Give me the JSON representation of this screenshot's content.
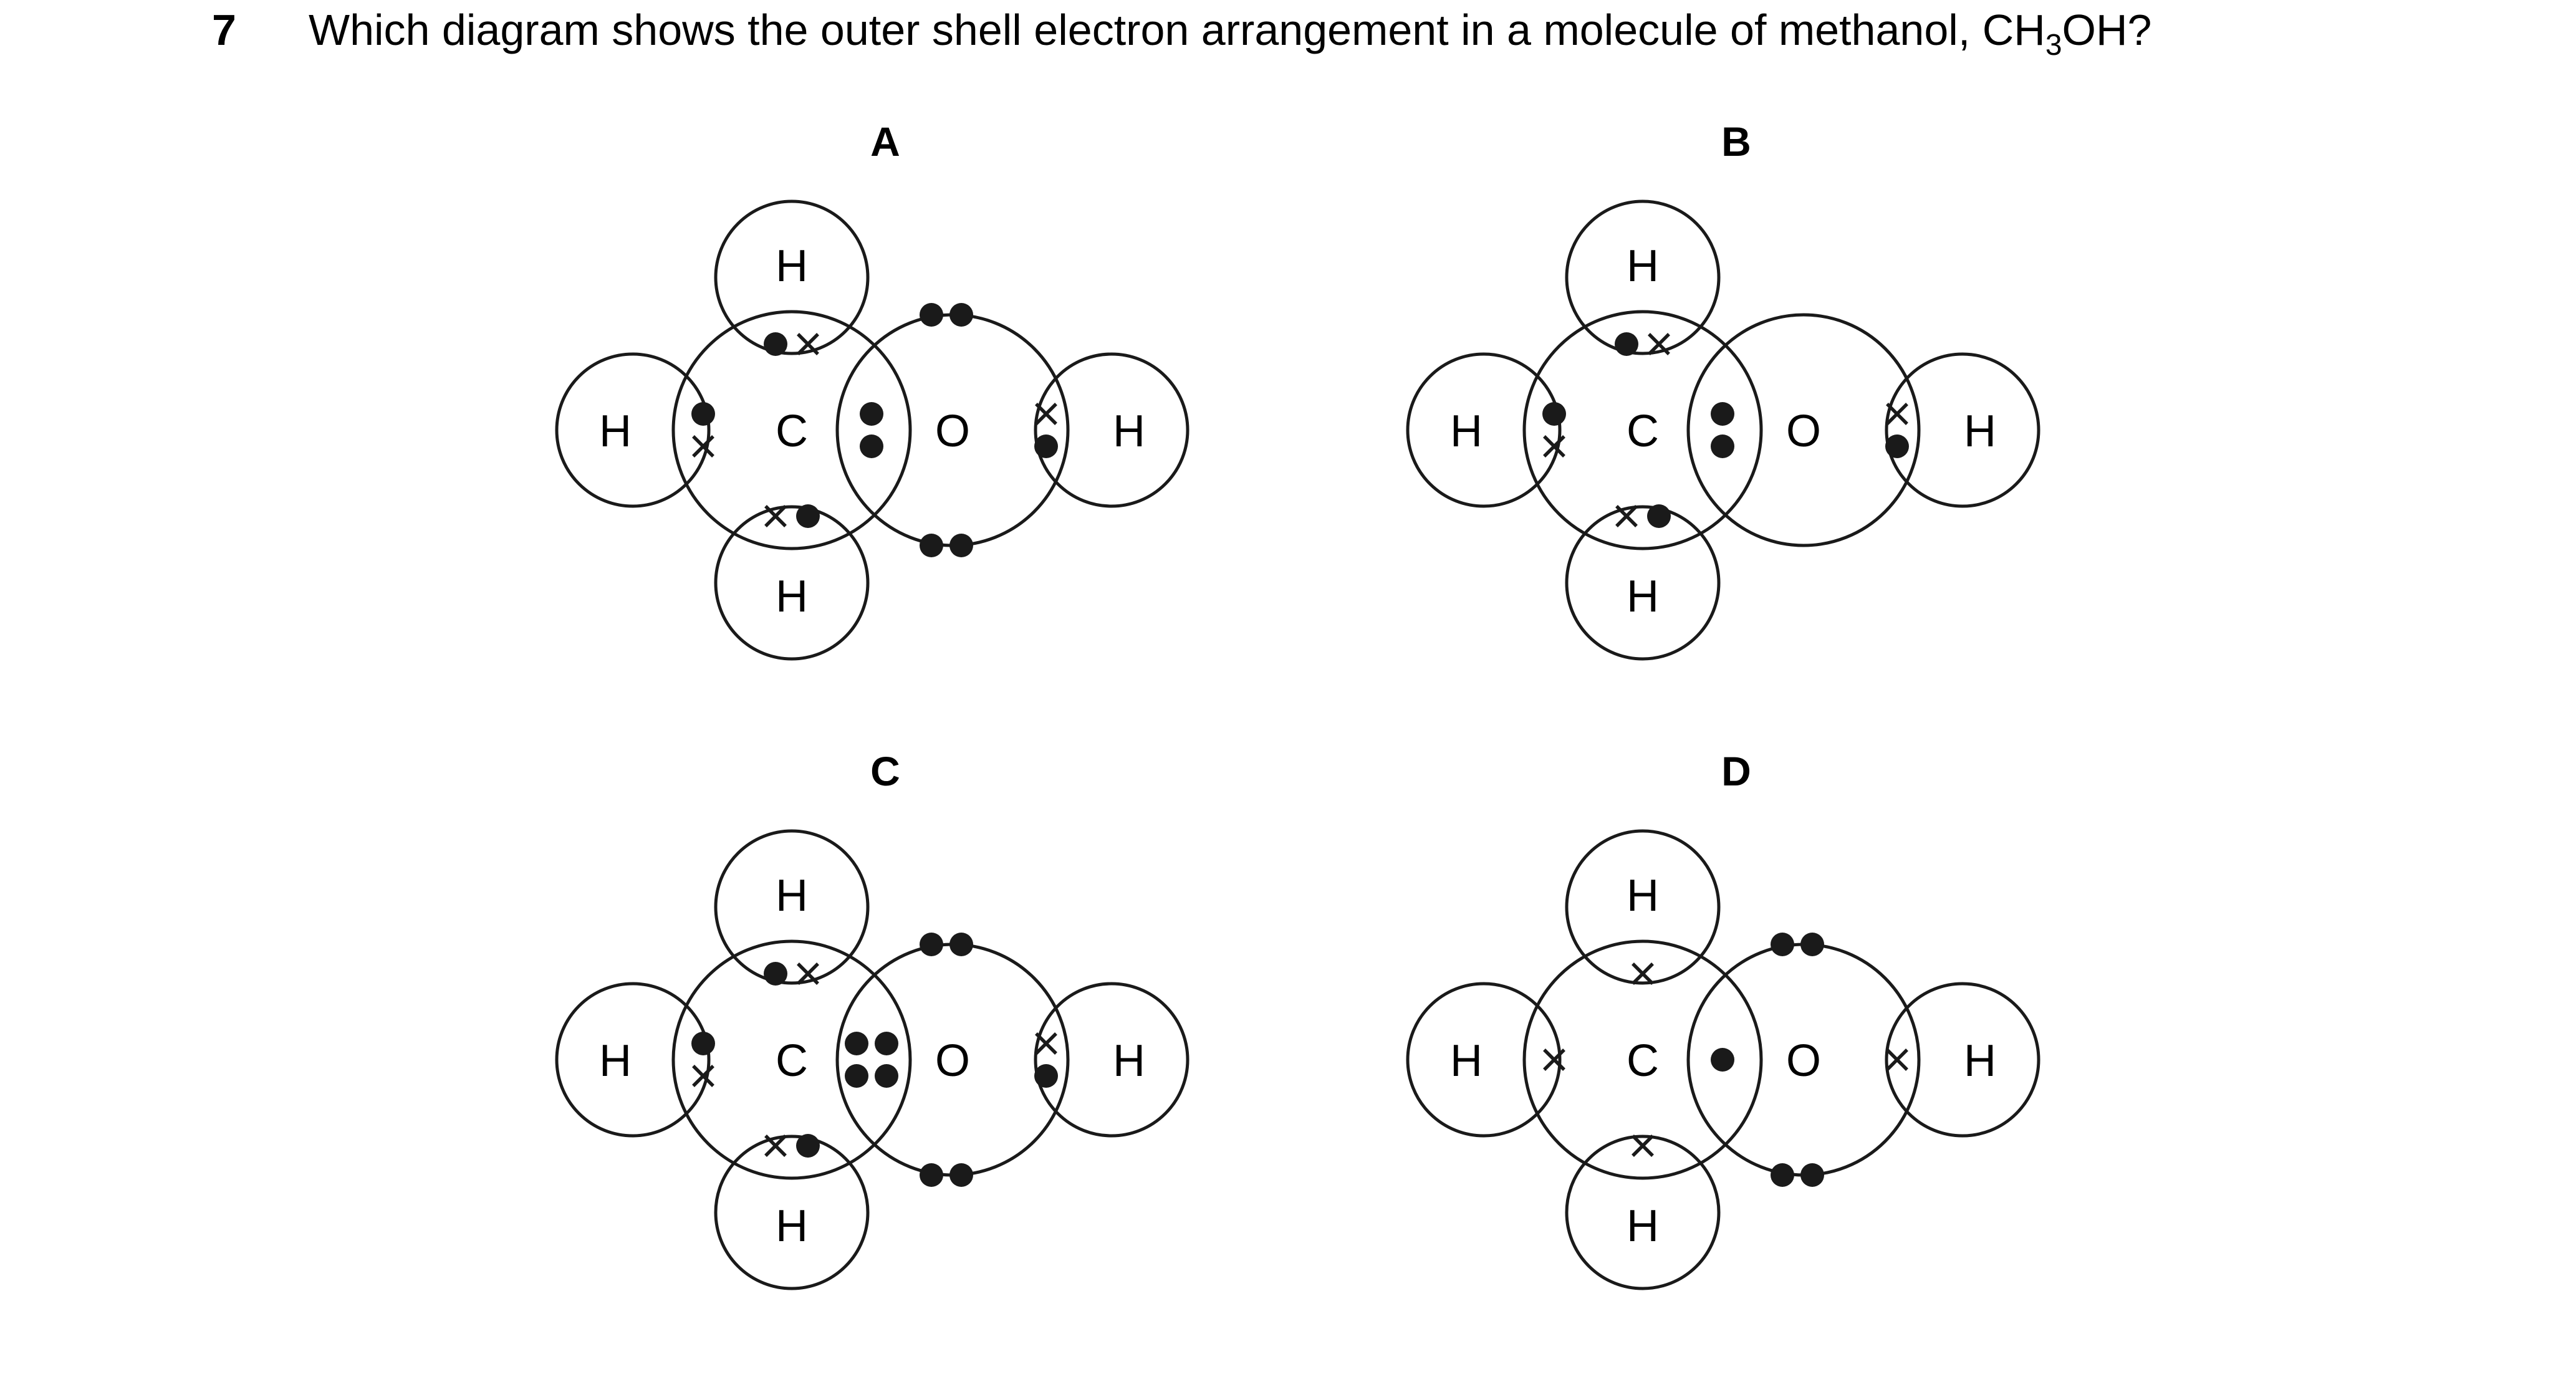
{
  "question": {
    "number": "7",
    "text_main": "Which diagram shows the outer shell electron arrangement in a molecule of methanol, CH",
    "text_subscript": "3",
    "text_end": "OH?"
  },
  "colors": {
    "ink": "#1a1a1a",
    "background": "#ffffff"
  },
  "options": [
    {
      "label": "A",
      "atoms": {
        "c": "C",
        "o": "O",
        "h_top": "H",
        "h_bottom": "H",
        "h_left": "H",
        "h_right": "H"
      },
      "electrons": {
        "h_top": [
          "dot",
          "cross"
        ],
        "h_bottom": [
          "cross",
          "dot"
        ],
        "h_left": [
          "dot",
          "cross"
        ],
        "c_o": [
          "dot",
          "dot"
        ],
        "o_h": [
          "cross",
          "dot"
        ],
        "o_lone_top": [
          "dot",
          "dot"
        ],
        "o_lone_bottom": [
          "dot",
          "dot"
        ]
      }
    },
    {
      "label": "B",
      "atoms": {
        "c": "C",
        "o": "O",
        "h_top": "H",
        "h_bottom": "H",
        "h_left": "H",
        "h_right": "H"
      },
      "electrons": {
        "h_top": [
          "dot",
          "cross"
        ],
        "h_bottom": [
          "cross",
          "dot"
        ],
        "h_left": [
          "dot",
          "cross"
        ],
        "c_o": [
          "dot",
          "dot"
        ],
        "o_h": [
          "cross",
          "dot"
        ],
        "o_lone_top": [],
        "o_lone_bottom": []
      }
    },
    {
      "label": "C",
      "atoms": {
        "c": "C",
        "o": "O",
        "h_top": "H",
        "h_bottom": "H",
        "h_left": "H",
        "h_right": "H"
      },
      "electrons": {
        "h_top": [
          "dot",
          "cross"
        ],
        "h_bottom": [
          "cross",
          "dot"
        ],
        "h_left": [
          "dot",
          "cross"
        ],
        "c_o": [
          "dot",
          "dot",
          "dot",
          "dot"
        ],
        "o_h": [
          "cross",
          "dot"
        ],
        "o_lone_top": [
          "dot",
          "dot"
        ],
        "o_lone_bottom": [
          "dot",
          "dot"
        ]
      }
    },
    {
      "label": "D",
      "atoms": {
        "c": "C",
        "o": "O",
        "h_top": "H",
        "h_bottom": "H",
        "h_left": "H",
        "h_right": "H"
      },
      "electrons": {
        "h_top": [
          "cross"
        ],
        "h_bottom": [
          "cross"
        ],
        "h_left": [
          "cross"
        ],
        "c_o": [
          "dot"
        ],
        "o_h": [
          "cross"
        ],
        "o_lone_top": [
          "dot",
          "dot"
        ],
        "o_lone_bottom": [
          "dot",
          "dot"
        ]
      }
    }
  ]
}
